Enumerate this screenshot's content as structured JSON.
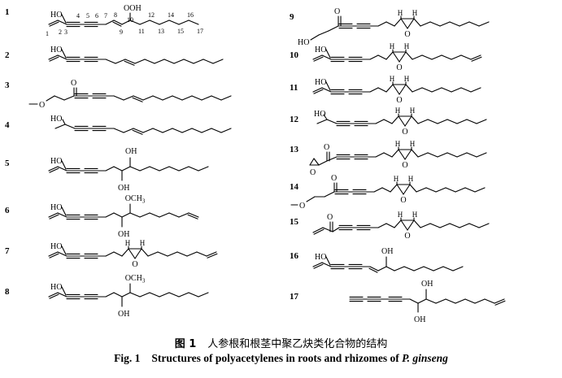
{
  "compound_labels": [
    "1",
    "2",
    "3",
    "4",
    "5",
    "6",
    "7",
    "8",
    "9",
    "10",
    "11",
    "12",
    "13",
    "14",
    "15",
    "16",
    "17"
  ],
  "atom_numbers_c1": [
    "1",
    "2",
    "3",
    "4",
    "5",
    "6",
    "7",
    "8",
    "9",
    "10",
    "11",
    "12",
    "13",
    "14",
    "15",
    "16",
    "17"
  ],
  "group_labels": {
    "ho": "HO",
    "oh": "OH",
    "ooh": "OOH",
    "o": "O",
    "och3": "OCH3",
    "h": "H"
  },
  "caption": {
    "cn_label": "图 1",
    "cn_text": "人参根和根茎中聚乙炔类化合物的结构",
    "en_label": "Fig. 1",
    "en_text_before": "Structures of polyacetylenes in roots and rhizomes of ",
    "en_species": "P. ginseng"
  }
}
